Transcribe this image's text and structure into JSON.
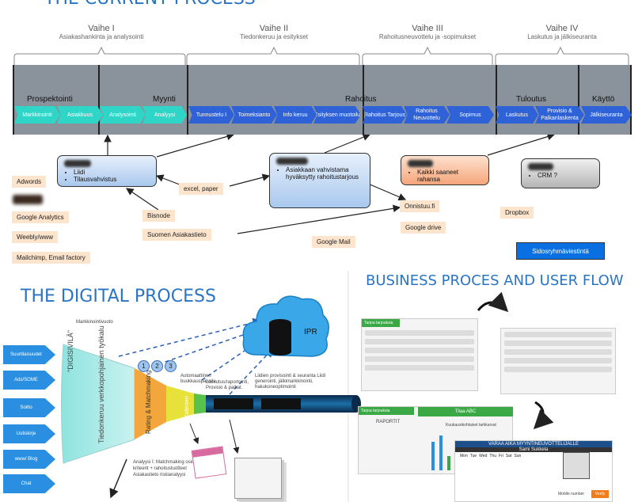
{
  "top_title": "THE CURRENT PROCESS",
  "phases": [
    {
      "title": "Vaihe I",
      "subtitle": "Asiakashankinta ja analysointi"
    },
    {
      "title": "Vaihe II",
      "subtitle": "Tiedonkeruu ja esitykset"
    },
    {
      "title": "Vaihe III",
      "subtitle": "Rahoitusneuvottelu ja -sopimukset"
    },
    {
      "title": "Vaihe IV",
      "subtitle": "Laskutus ja jälkiseuranta"
    }
  ],
  "bands": [
    "Prospektointi",
    "Myynti",
    "Rahoitus",
    "Tuloutus",
    "Käyttö"
  ],
  "chevrons_teal": [
    "Markkinointi",
    "Asiakkuus",
    "Analysointi",
    "Analyysi"
  ],
  "chevrons_blue": [
    "Tunnustelu I",
    "Toimeksianto",
    "Info keruu",
    "Esityksen muotoilu",
    "Rahoitus Tarjous",
    "Rahoitus Neuvottelu",
    "Sopimus",
    "Laskutus",
    "Provisio & Palkanlaskenta",
    "Jälkiseuranta"
  ],
  "callouts": {
    "c1": [
      "Liidi",
      "Tilausvahvistus"
    ],
    "c2": [
      "Asiakkaan vahvistama hyväksytty rahoitustarjous"
    ],
    "c3": [
      "Kaikki saaneet rahansa"
    ],
    "c4": [
      "CRM ?"
    ]
  },
  "tags": {
    "adwords": "Adwords",
    "google_analytics": "Google Analytics",
    "weebly": "Weebly/www",
    "mailchimp": "Mailchimp, Email factory",
    "excel": "excel, paper",
    "bisnode": "Bisnode",
    "asiakastieto": "Suomen Asiakastieto",
    "onnistuu": "Onnistuu.fi",
    "google_drive": "Google drive",
    "google_mail": "Google Mail",
    "dropbox": "Dropbox"
  },
  "sidos": "Sidosryhmäviestintä",
  "digital_title": "THE DIGITAL PROCESS",
  "business_title": "BUSINESS PROCES AND USER FLOW",
  "funnel": {
    "top_label": "Markkinointivuoto",
    "digisivila": "\"DIGISIVILÄ\"",
    "tiedonkeruu": "Tiedonkeruu verkkopohjainen työkalu",
    "rating": "Rating & Matchmaking",
    "kalenteri": "Kalenteri",
    "automaattinen": "Automaattinen buukkauspalvelu",
    "laskutus": "Laskutus/raportointi, Provisio & palkat.",
    "liidien": "Liidien provisointi & seuranta Liidi generointi, jälkimarkkinointi, hakukoneoptimointi",
    "ipr": "IPR",
    "numbers": [
      "1",
      "2",
      "3"
    ],
    "analyysi": "Analyysi I: Matchmaking osio kriteerit + rahoitustuotteet Asiakastieto riskianalyysi"
  },
  "inputs": [
    "Suurtilaisuudet",
    "Ads/SOME",
    "Soitto",
    "Uutiskirje",
    "www/ Blog",
    "Chat"
  ],
  "screens": {
    "s1_bar": "Tarjoa tarjouksia",
    "s3_bar": "Tarjoa tarjouksia",
    "s3_side": "RAPORTIT",
    "s3_title": "Tilaa ABC",
    "s3_sub": "Kuukausikohtaiset tarkkarvat",
    "booking_title": "VARAA AIKA MYYNTINEUVOTTELIJALLE",
    "booking_name": "Sami Sukkela",
    "days": [
      "Mon",
      "Tue",
      "Wed",
      "Thu",
      "Fri",
      "Sat",
      "Sun"
    ],
    "booking_btn": "Verify",
    "mobile_label": "Mobile number"
  },
  "colors": {
    "teal": "#2fd6c7",
    "blue": "#2f62d6",
    "heading": "#2a74c4",
    "tag": "#fde4cc",
    "band": "#8a939c"
  }
}
